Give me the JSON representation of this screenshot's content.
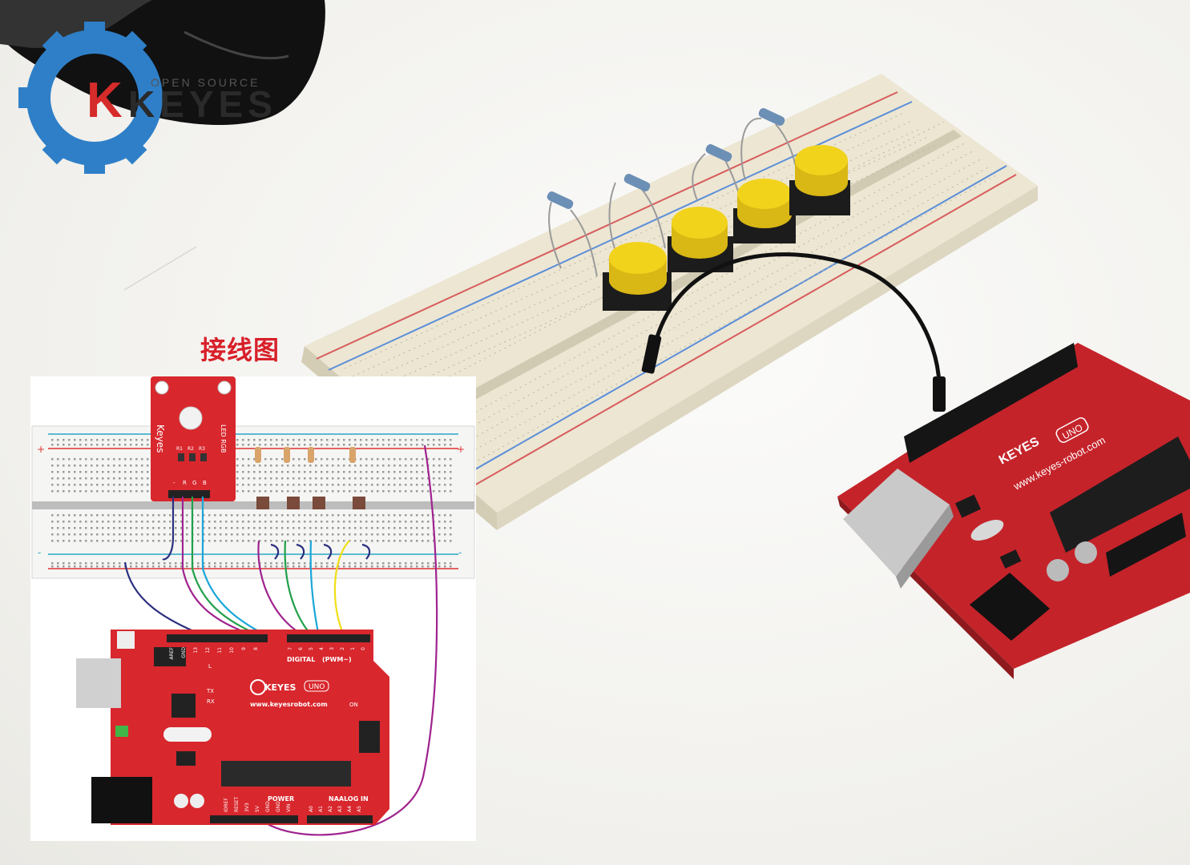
{
  "logo": {
    "text": "KEYES",
    "tagline": "OPEN SOURCE"
  },
  "caption": "接线图",
  "diagram": {
    "module_brand": "Keyes",
    "module_name": "LED RGB",
    "module_pins": [
      "-",
      "R",
      "G",
      "B"
    ],
    "module_parts": [
      "R1",
      "R2",
      "R3"
    ],
    "board_logo": "KEYES",
    "board_model": "UNO",
    "board_url": "www.keyesrobot.com",
    "digital_label": "DIGITAL",
    "pwm_label": "(PWM~)",
    "power_label": "POWER",
    "analog_label": "NAALOG IN",
    "top_pins": [
      "AREF",
      "GND",
      "13",
      "12",
      "11",
      "10",
      "9",
      "8",
      "7",
      "6",
      "5",
      "4",
      "3",
      "2",
      "1",
      "0"
    ],
    "bottom_pins": [
      "IOREF",
      "RESET",
      "3V3",
      "5V",
      "GND",
      "GND",
      "VIN",
      "A0",
      "A1",
      "A2",
      "A3",
      "A4",
      "A5"
    ],
    "tx_label": "TX",
    "rx_label": "RX",
    "on_label": "ON",
    "l_label": "L",
    "rail_plus": "+",
    "rail_minus": "-"
  },
  "photo": {
    "board_logo": "KEYES",
    "board_model": "UNO",
    "board_url": "www.keyes-robot.com",
    "button_count": 4
  },
  "colors": {
    "keyes_red": "#d52b2b",
    "keyes_blue": "#2f7fc8",
    "board_red": "#d8272d",
    "button_yellow": "#f2d31c",
    "wire_purple": "#a0238f",
    "wire_navy": "#2b2f80",
    "wire_green": "#21a04a",
    "wire_cyan": "#1aa7d8",
    "wire_yellow": "#f0df16"
  }
}
